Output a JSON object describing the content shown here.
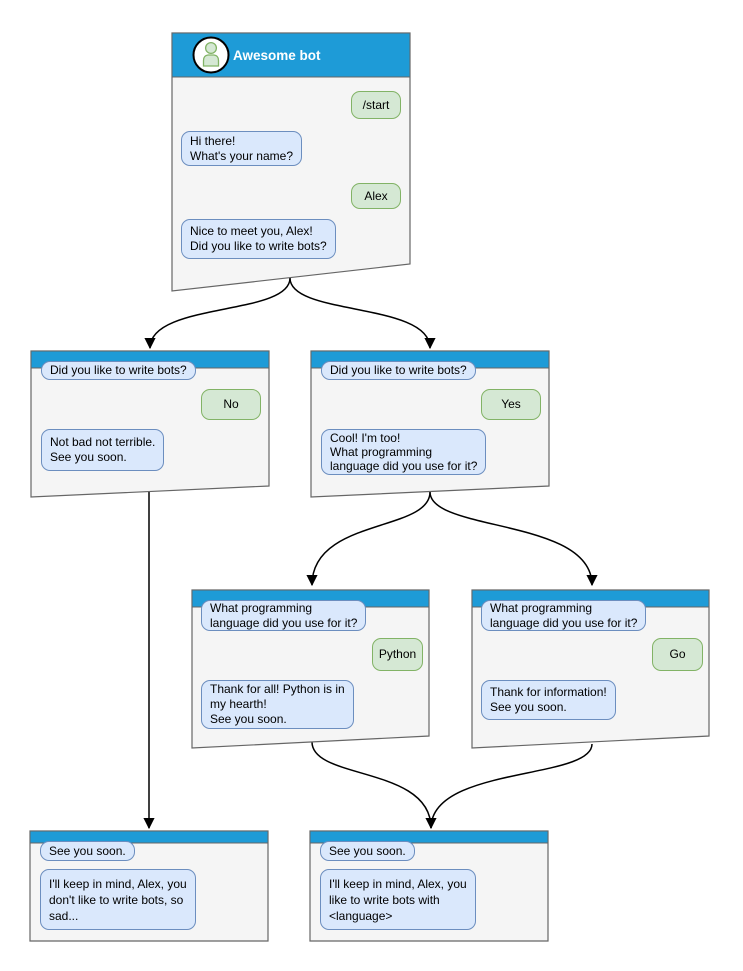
{
  "colors": {
    "header_blue": "#1e9bd7",
    "window_fill": "#f5f5f5",
    "window_border": "#666666",
    "bot_bubble_fill": "#dae8fc",
    "bot_bubble_border": "#6c8ebf",
    "user_bubble_fill": "#d5e8d4",
    "user_bubble_border": "#82b366",
    "connector": "#000000"
  },
  "windows": [
    {
      "name": "awesome-bot-root",
      "title": "Awesome bot",
      "avatar_icon": "person-icon",
      "messages": [
        {
          "from": "user",
          "text": "/start"
        },
        {
          "from": "bot",
          "text": "Hi there!\nWhat's your name?"
        },
        {
          "from": "user",
          "text": "Alex"
        },
        {
          "from": "bot",
          "text": "Nice to meet you, Alex!\nDid you like to write bots?"
        }
      ]
    },
    {
      "name": "branch-no",
      "messages": [
        {
          "from": "bot",
          "text": "Did you like to write bots?"
        },
        {
          "from": "user",
          "text": "No"
        },
        {
          "from": "bot",
          "text": "Not bad not terrible.\nSee you soon."
        }
      ]
    },
    {
      "name": "branch-yes",
      "messages": [
        {
          "from": "bot",
          "text": "Did you like to write bots?"
        },
        {
          "from": "user",
          "text": "Yes"
        },
        {
          "from": "bot",
          "text": "Cool! I'm too!\nWhat programming\nlanguage did you use for it?"
        }
      ]
    },
    {
      "name": "branch-python",
      "messages": [
        {
          "from": "bot",
          "text": "What programming\nlanguage did you use for it?"
        },
        {
          "from": "user",
          "text": "Python"
        },
        {
          "from": "bot",
          "text": "Thank for all! Python is in\nmy hearth!\nSee you soon."
        }
      ]
    },
    {
      "name": "branch-go",
      "messages": [
        {
          "from": "bot",
          "text": "What programming\nlanguage did you use for it?"
        },
        {
          "from": "user",
          "text": "Go"
        },
        {
          "from": "bot",
          "text": "Thank for information!\nSee you soon."
        }
      ]
    },
    {
      "name": "end-dont-like-bots",
      "messages": [
        {
          "from": "bot",
          "text": "See you soon."
        },
        {
          "from": "bot",
          "text": "I'll keep in mind, Alex, you\ndon't like to write bots, so\nsad..."
        }
      ]
    },
    {
      "name": "end-like-bots",
      "messages": [
        {
          "from": "bot",
          "text": "See you soon."
        },
        {
          "from": "bot",
          "text": "I'll keep in mind, Alex, you\nlike to write bots with\n<language>"
        }
      ]
    }
  ]
}
